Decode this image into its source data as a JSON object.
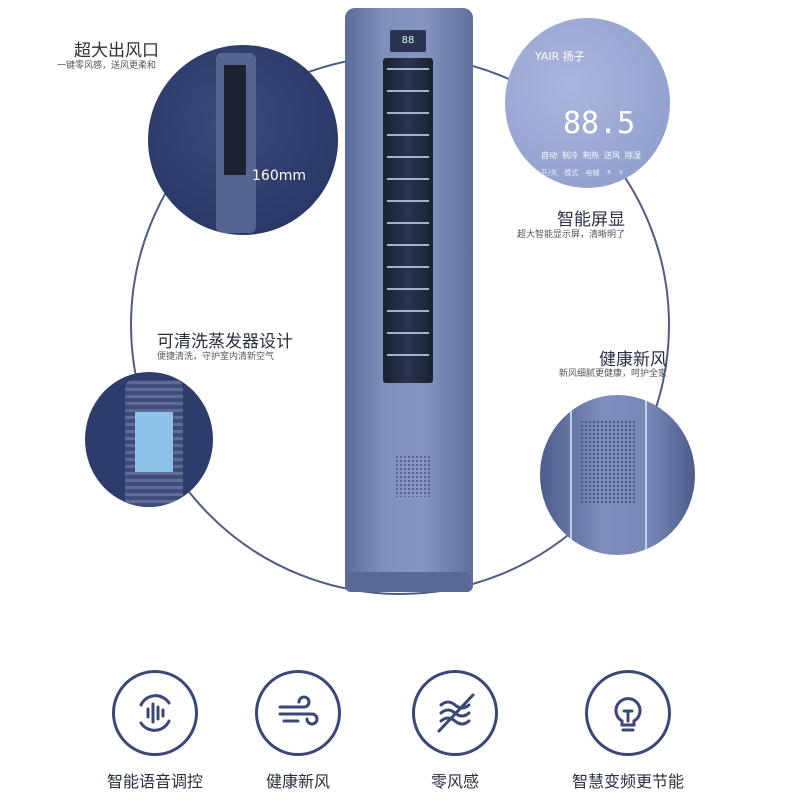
{
  "features": [
    {
      "title": "超大出风口",
      "subtitle": "一键零风感，送风更柔和",
      "callout": "160mm"
    },
    {
      "title": "智能屏显",
      "subtitle": "超大智能显示屏，清晰明了",
      "brand": "YAIR 扬子",
      "display_digits": "88.5",
      "display_modes": [
        "自动",
        "制冷",
        "制热",
        "送风",
        "除湿"
      ],
      "display_buttons": [
        "开/关",
        "模式",
        "电辅",
        "∧",
        "∨"
      ]
    },
    {
      "title": "可清洗蒸发器设计",
      "subtitle": "便捷清洗，守护室内清新空气"
    },
    {
      "title": "健康新风",
      "subtitle": "新风细腻更健康，呵护全家"
    }
  ],
  "icons": [
    {
      "name": "voice-control-icon",
      "label": "智能语音调控"
    },
    {
      "name": "fresh-air-icon",
      "label": "健康新风"
    },
    {
      "name": "no-wind-feel-icon",
      "label": "零风感"
    },
    {
      "name": "energy-saving-bulb-icon",
      "label": "智慧变频更节能"
    }
  ],
  "tower_display": "88"
}
